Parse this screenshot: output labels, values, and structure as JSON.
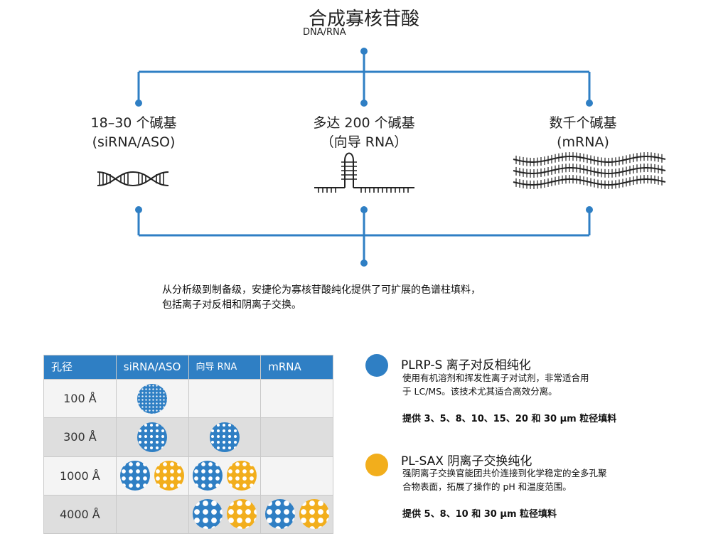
{
  "header": {
    "title": "合成寡核苷酸",
    "subtitle": "DNA/RNA"
  },
  "branches": [
    {
      "line1": "18–30 个碱基",
      "line2": "(siRNA/ASO)",
      "icon": "double-helix-icon"
    },
    {
      "line1": "多达 200 个碱基",
      "line2": "（向导 RNA）",
      "icon": "hairpin-icon"
    },
    {
      "line1": "数千个碱基",
      "line2": "(mRNA)",
      "icon": "long-strand-icon"
    }
  ],
  "description": {
    "line1": "从分析级到制备级，安捷伦为寡核苷酸纯化提供了可扩展的色谱柱填料，",
    "line2": "包括离子对反相和阴离子交换。"
  },
  "table": {
    "headers": [
      "孔径",
      "siRNA/ASO",
      "向导 RNA",
      "mRNA"
    ],
    "rows": [
      {
        "pore": "100 Å",
        "cells": [
          [
            "blue-tiny"
          ],
          [],
          []
        ]
      },
      {
        "pore": "300 Å",
        "cells": [
          [
            "blue-small"
          ],
          [
            "blue-small"
          ],
          []
        ]
      },
      {
        "pore": "1000 Å",
        "cells": [
          [
            "blue-med",
            "orange-med"
          ],
          [
            "blue-med",
            "orange-med"
          ],
          []
        ]
      },
      {
        "pore": "4000 Å",
        "cells": [
          [],
          [
            "blue-large",
            "orange-large"
          ],
          [
            "blue-large",
            "orange-large"
          ]
        ]
      }
    ]
  },
  "legend": [
    {
      "color": "#2f7fc4",
      "title": "PLRP-S 离子对反相纯化",
      "body_line1": "使用有机溶剂和挥发性离子对试剂，非常适合用",
      "body_line2": "于 LC/MS。该技术尤其适合高效分离。",
      "sizes": "提供 3、5、8、10、15、20 和 30 μm 粒径填料"
    },
    {
      "color": "#f2ae1c",
      "title": "PL-SAX 阴离子交换纯化",
      "body_line1": "强阴离子交换官能团共价连接到化学稳定的全多孔聚",
      "body_line2": "合物表面，拓展了操作的 pH 和温度范围。",
      "sizes": "提供 5、8、10 和 30 μm 粒径填料"
    }
  ],
  "colors": {
    "accent_blue": "#2f7fc4",
    "accent_orange": "#f2ae1c"
  }
}
